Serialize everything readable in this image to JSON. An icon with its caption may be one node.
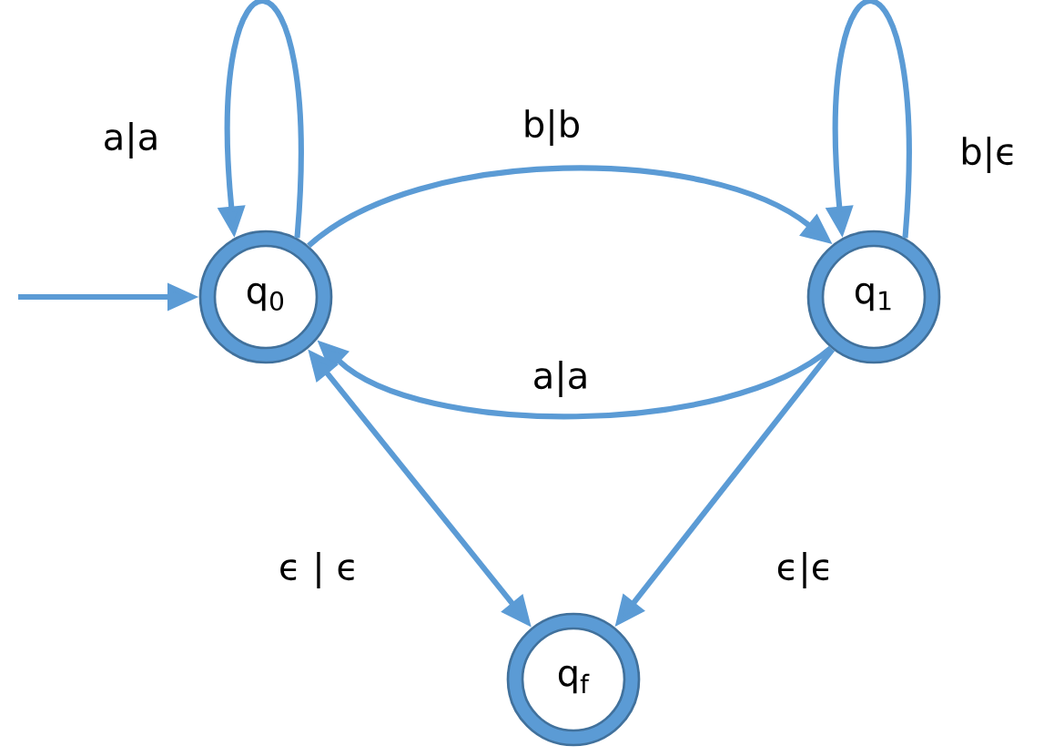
{
  "diagram": {
    "nodes": [
      {
        "text": [
          "q$_{0}$"
        ]
      },
      {
        "text": [
          "q$_{1}$"
        ]
      },
      {
        "text": [
          "q$_{f}$"
        ]
      }
    ],
    "edges": [
      {
        "from": 0,
        "to": 0,
        "arrow": "to",
        "label": "a|a"
      },
      {
        "from": 0,
        "to": 1,
        "arrow": "to",
        "label": "b|b"
      },
      {
        "from": 1,
        "to": 1,
        "arrow": "to",
        "label": "b|ϵ"
      },
      {
        "from": 1,
        "to": 0,
        "arrow": "to",
        "label": "a|a"
      },
      {
        "from": 0,
        "to": 2,
        "arrow": "both",
        "label": "ϵ | ϵ"
      },
      {
        "from": 1,
        "to": 2,
        "arrow": "to",
        "label": "ϵ|ϵ"
      },
      {
        "from": null,
        "to": 0,
        "arrow": "to"
      }
    ]
  }
}
